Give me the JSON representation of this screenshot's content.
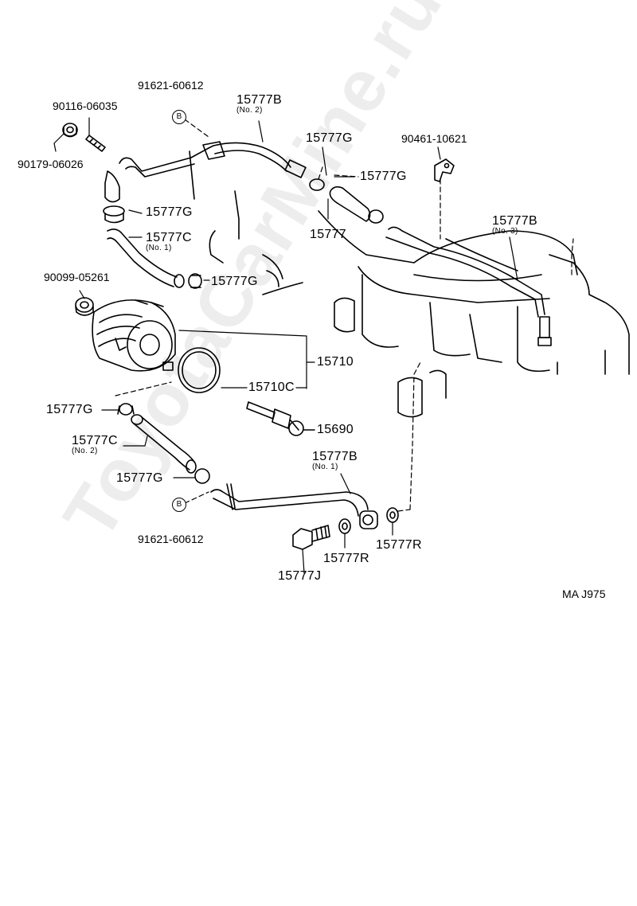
{
  "watermark": "ToyotaCarMine.ru",
  "diagram_code": "MA J975",
  "badge_letter": "B",
  "labels": {
    "p91621_top": "91621-60612",
    "p90116": "90116-06035",
    "p90179": "90179-06026",
    "p15777B_no2": "15777B",
    "p15777B_no2_sub": "(No. 2)",
    "p15777G_a": "15777G",
    "p15777G_b": "15777G",
    "p90461": "90461-10621",
    "p15777G_c": "15777G",
    "p15777B_no3": "15777B",
    "p15777B_no3_sub": "(No. 3)",
    "p15777": "15777",
    "p15777C_no1": "15777C",
    "p15777C_no1_sub": "(No. 1)",
    "p15777G_d": "15777G",
    "p90099": "90099-05261",
    "p15710": "15710",
    "p15710C": "15710C",
    "p15690": "15690",
    "p15777G_e": "15777G",
    "p15777C_no2": "15777C",
    "p15777C_no2_sub": "(No. 2)",
    "p15777B_no1": "15777B",
    "p15777B_no1_sub": "(No. 1)",
    "p15777G_f": "15777G",
    "p91621_bottom": "91621-60612",
    "p15777R_a": "15777R",
    "p15777R_b": "15777R",
    "p15777J": "15777J"
  }
}
